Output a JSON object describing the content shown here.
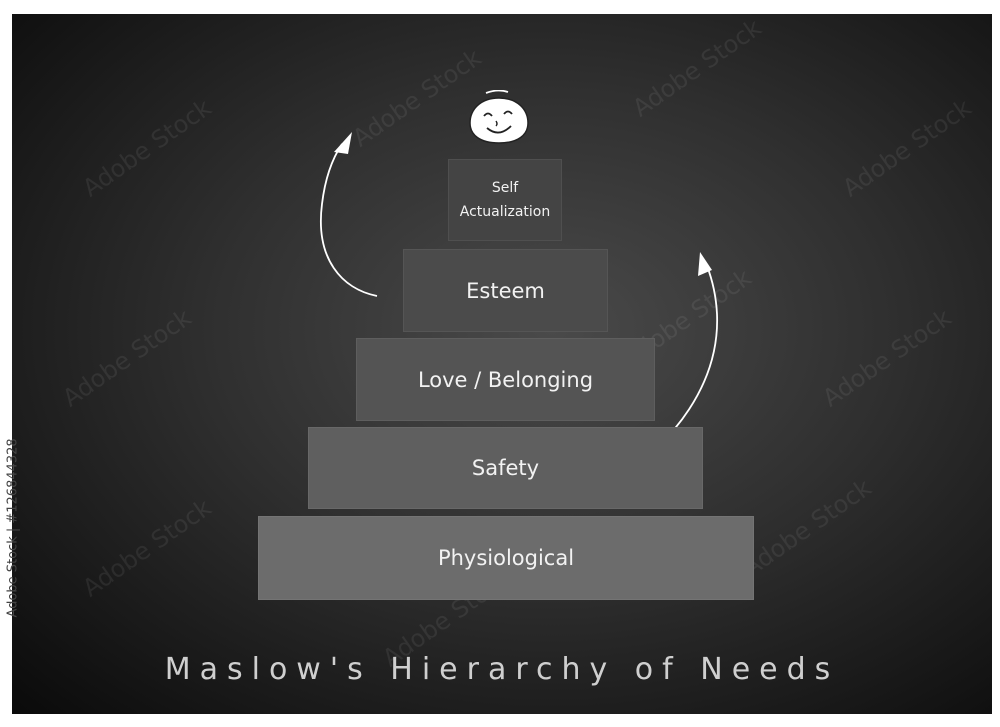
{
  "title": "Maslow's Hierarchy of Needs",
  "stock_id": "Adobe Stock | #126844328",
  "watermark_text": "Adobe Stock",
  "pyramid": {
    "levels": [
      {
        "label_line1": "Self",
        "label_line2": "Actualization"
      },
      {
        "label": "Esteem"
      },
      {
        "label": "Love / Belonging"
      },
      {
        "label": "Safety"
      },
      {
        "label": "Physiological"
      }
    ]
  },
  "icons": [
    "smiley-face-icon",
    "arrow-up-left-icon",
    "arrow-up-right-icon"
  ],
  "colors": {
    "background": "#2f2f2f",
    "text": "#f2f2f2",
    "tier_base": "#6c6c6c",
    "tier_top": "#444444"
  }
}
